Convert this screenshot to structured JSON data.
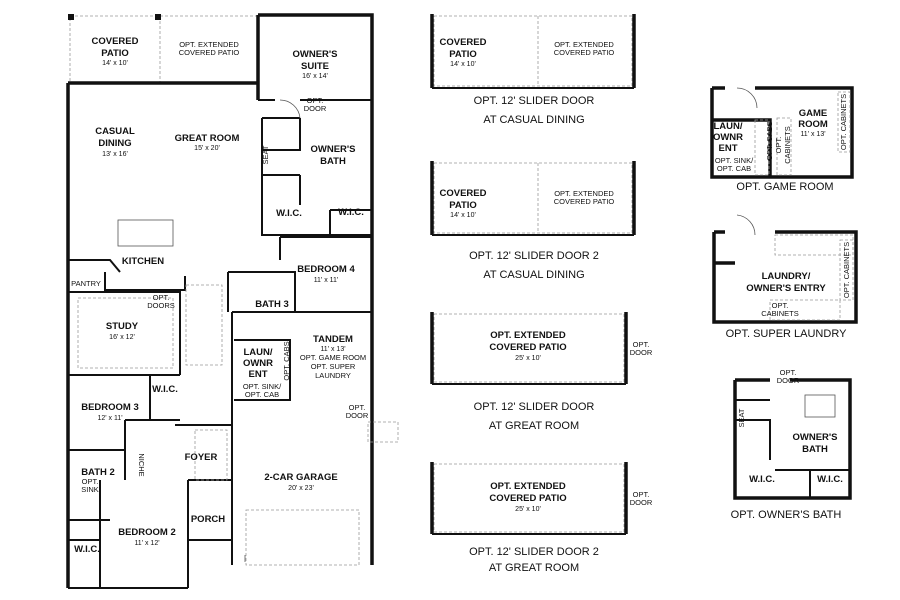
{
  "main_plan": {
    "covered_patio": {
      "name": [
        "COVERED",
        "PATIO"
      ],
      "dim": "14' x 10'"
    },
    "opt_extended_patio": [
      "OPT. EXTENDED",
      "COVERED PATIO"
    ],
    "owners_suite": {
      "name": [
        "OWNER'S",
        "SUITE"
      ],
      "dim": "16' x 14'"
    },
    "opt_door_suite": [
      "OPT.",
      "DOOR"
    ],
    "casual_dining": {
      "name": [
        "CASUAL",
        "DINING"
      ],
      "dim": "13' x 16'"
    },
    "great_room": {
      "name": "GREAT ROOM",
      "dim": "15' x 20'"
    },
    "seat": "SEAT",
    "owners_bath": [
      "OWNER'S",
      "BATH"
    ],
    "wic_1": "W.I.C.",
    "wic_2": "W.I.C.",
    "kitchen": "KITCHEN",
    "pantry": "PANTRY",
    "bedroom_4": {
      "name": "BEDROOM 4",
      "dim": "11' x 11'"
    },
    "bath_3": "BATH 3",
    "opt_doors": [
      "OPT.",
      "DOORS"
    ],
    "study": {
      "name": "STUDY",
      "dim": "16' x 12'"
    },
    "tandem": {
      "name": "TANDEM",
      "dim": "11' x 13'",
      "notes": [
        "OPT. GAME ROOM",
        "OPT. SUPER",
        "LAUNDRY"
      ]
    },
    "laun_ownr_ent": {
      "name": [
        "LAUN/",
        "OWNR",
        "ENT"
      ],
      "notes": [
        "OPT. SINK/",
        "OPT. CAB"
      ],
      "cabs": "OPT. CABS"
    },
    "wic_3": "W.I.C.",
    "bedroom_3": {
      "name": "BEDROOM 3",
      "dim": "12' x 11'"
    },
    "opt_door_garage": [
      "OPT.",
      "DOOR"
    ],
    "foyer": "FOYER",
    "bath_2": {
      "name": "BATH 2",
      "notes": [
        "OPT.",
        "SINK"
      ]
    },
    "niche": "NICHE",
    "garage": {
      "name": "2-CAR GARAGE",
      "dim": "20' x 23'"
    },
    "porch": "PORCH",
    "bedroom_2": {
      "name": "BEDROOM 2",
      "dim": "11' x 12'"
    },
    "wic_4": "W.I.C."
  },
  "options": {
    "slider_casual": {
      "patio": [
        "COVERED",
        "PATIO"
      ],
      "dim": "14' x 10'",
      "ext": [
        "OPT. EXTENDED",
        "COVERED PATIO"
      ],
      "caption": [
        "OPT. 12' SLIDER DOOR",
        "AT CASUAL DINING"
      ]
    },
    "slider2_casual": {
      "patio": [
        "COVERED",
        "PATIO"
      ],
      "dim": "14' x 10'",
      "ext": [
        "OPT. EXTENDED",
        "COVERED PATIO"
      ],
      "caption": [
        "OPT. 12' SLIDER DOOR 2",
        "AT CASUAL DINING"
      ]
    },
    "slider_great": {
      "ext": [
        "OPT. EXTENDED",
        "COVERED PATIO"
      ],
      "dim": "25' x 10'",
      "door": [
        "OPT.",
        "DOOR"
      ],
      "caption": [
        "OPT. 12' SLIDER DOOR",
        "AT GREAT ROOM"
      ]
    },
    "slider2_great": {
      "ext": [
        "OPT. EXTENDED",
        "COVERED PATIO"
      ],
      "dim": "25' x 10'",
      "door": [
        "OPT.",
        "DOOR"
      ],
      "caption": [
        "OPT. 12' SLIDER DOOR 2",
        "AT GREAT ROOM"
      ]
    },
    "game_room": {
      "laun": [
        "LAUN/",
        "OWNR",
        "ENT"
      ],
      "sink": [
        "OPT. SINK/",
        "OPT. CAB"
      ],
      "cabs": "OPT. CABS",
      "cabinets_a": [
        "OPT.",
        "CABINETS"
      ],
      "room": [
        "GAME",
        "ROOM"
      ],
      "dim": "11' x 13'",
      "cabinets_b": "OPT. CABINETS",
      "caption": "OPT. GAME ROOM"
    },
    "super_laundry": {
      "room": [
        "LAUNDRY/",
        "OWNER'S ENTRY"
      ],
      "cabinets_a": [
        "OPT.",
        "CABINETS"
      ],
      "cabinets_b": "OPT. CABINETS",
      "caption": "OPT. SUPER LAUNDRY"
    },
    "owners_bath": {
      "door": [
        "OPT.",
        "DOOR"
      ],
      "seat": "SEAT",
      "bath": [
        "OWNER'S",
        "BATH"
      ],
      "wic_1": "W.I.C.",
      "wic_2": "W.I.C.",
      "caption": "OPT. OWNER'S BATH"
    }
  }
}
